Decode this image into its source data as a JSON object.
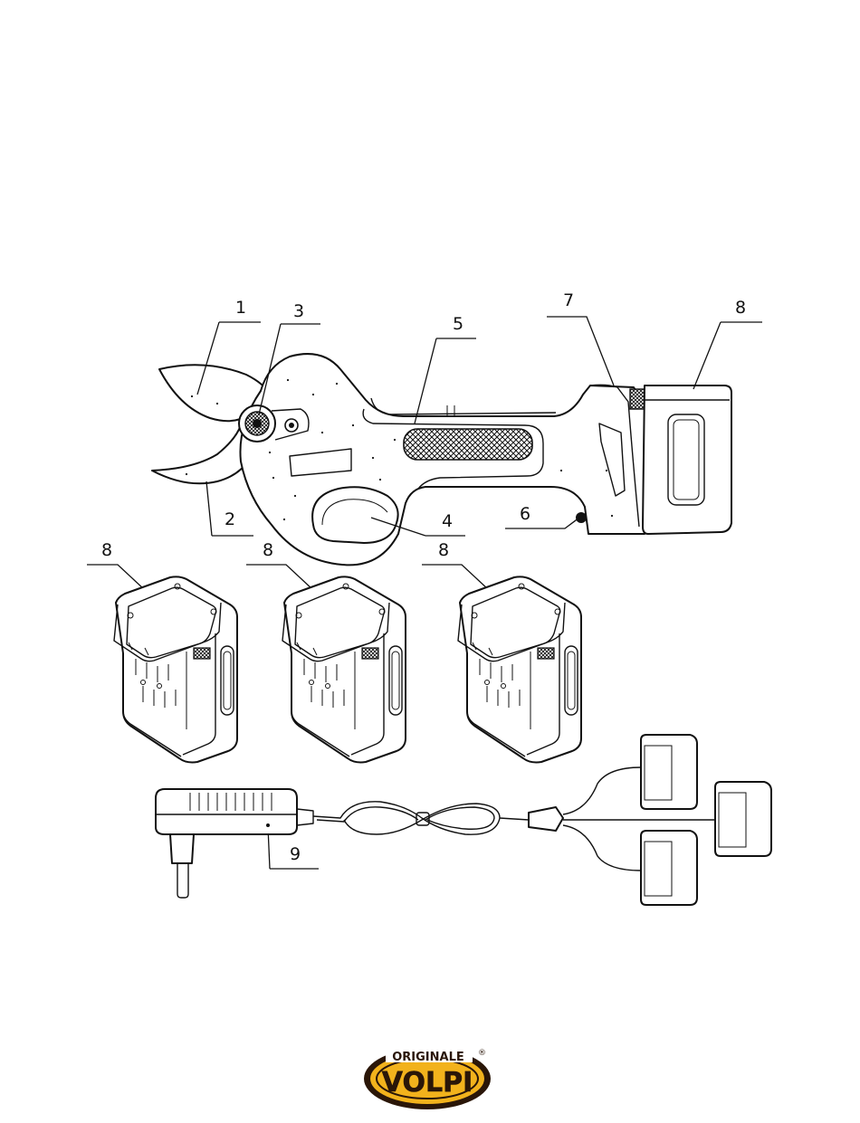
{
  "callouts": {
    "c1": "1",
    "c2": "2",
    "c3": "3",
    "c4": "4",
    "c5": "5",
    "c6": "6",
    "c7": "7",
    "c8_main": "8",
    "c8_a": "8",
    "c8_b": "8",
    "c8_c": "8",
    "c9": "9"
  },
  "logo": {
    "top_text": "ORIGINALE",
    "brand_text": "VOLPI",
    "registered_mark": "®",
    "colors": {
      "outline": "#2a1608",
      "fill": "#f2b21c"
    }
  }
}
